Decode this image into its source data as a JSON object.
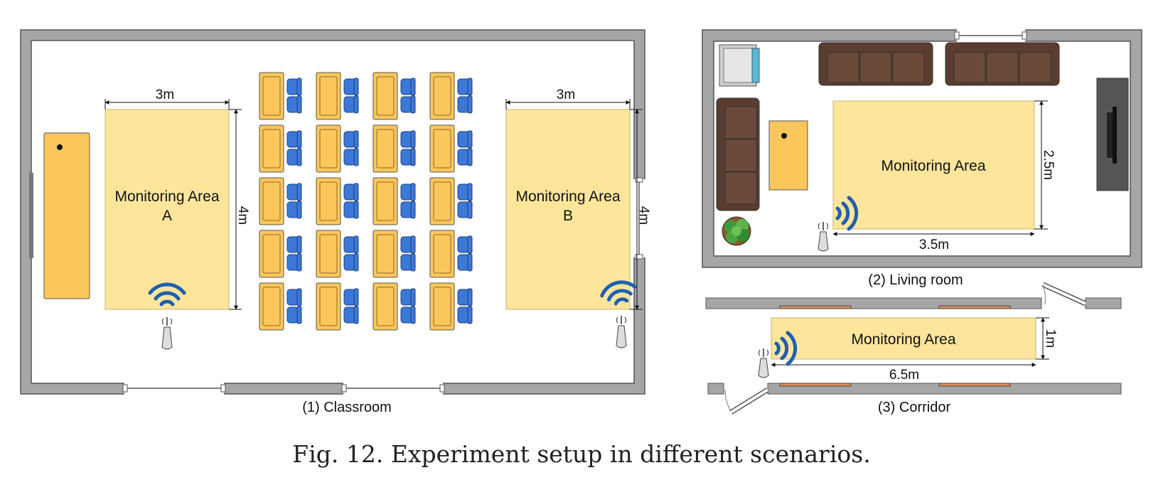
{
  "figure": {
    "caption": "Fig. 12.  Experiment setup in different scenarios."
  },
  "classroom": {
    "label": "(1) Classroom",
    "area_a": {
      "line1": "Monitoring Area",
      "line2": "A",
      "width": "3m",
      "height": "4m"
    },
    "area_b": {
      "line1": "Monitoring Area",
      "line2": "B",
      "width": "3m",
      "height": "4m"
    },
    "desk_rows": 5,
    "desk_cols": 4
  },
  "living_room": {
    "label": "(2) Living room",
    "area": {
      "label": "Monitoring Area",
      "width": "3.5m",
      "height": "2.5m"
    }
  },
  "corridor": {
    "label": "(3) Corridor",
    "area": {
      "label": "Monitoring Area",
      "width": "6.5m",
      "height": "1m"
    }
  },
  "colors": {
    "wall": "#a6a6a6",
    "monitoring_area": "#fde59c",
    "desk": "#fcc75a",
    "chair": "#3b78d8",
    "sofa": "#6b4a3a",
    "wifi": "#1f5fb0"
  },
  "icons": [
    "wifi-signal-icon",
    "router-antenna-icon",
    "chair-icon",
    "sofa-icon",
    "tv-icon",
    "plant-icon",
    "door-icon"
  ]
}
